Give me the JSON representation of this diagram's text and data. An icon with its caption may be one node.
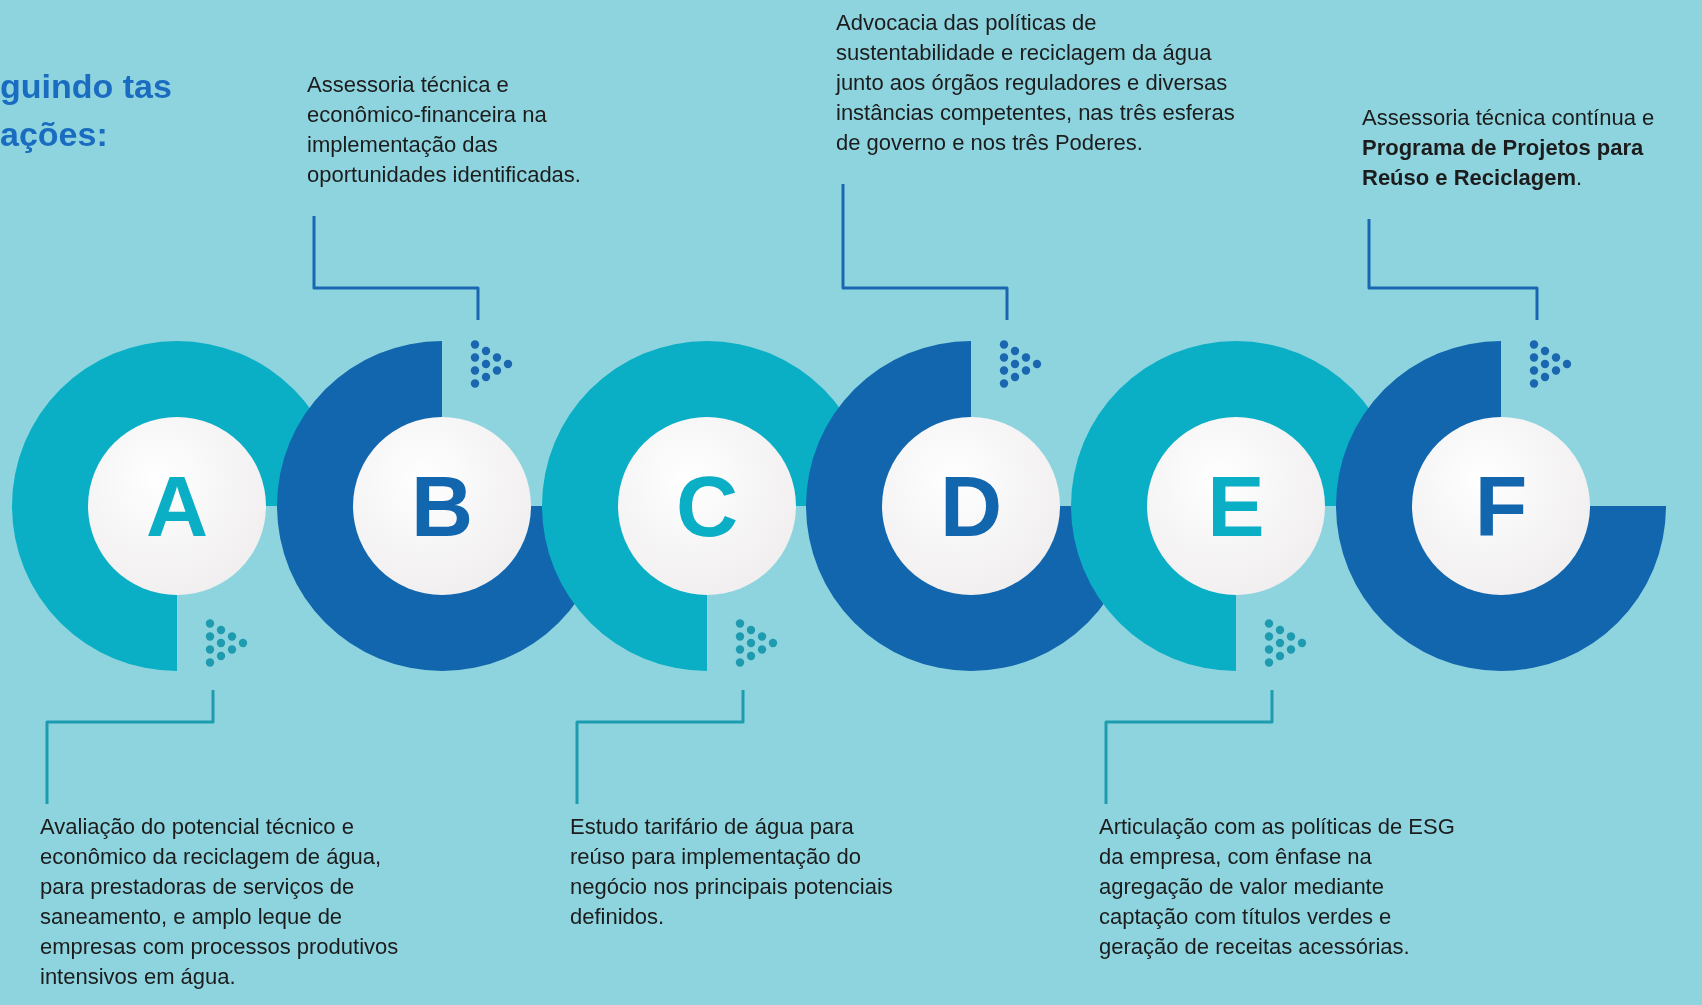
{
  "diagram": {
    "title": "guindo tas ações:",
    "nodes": [
      {
        "text": [
          "A"
        ]
      },
      {
        "text": [
          "B"
        ]
      },
      {
        "text": [
          "C"
        ]
      },
      {
        "text": [
          "D"
        ]
      },
      {
        "text": [
          "E"
        ]
      },
      {
        "text": [
          "F"
        ]
      },
      {
        "text": [
          "Avaliação do potencial técnico e econômico da reciclagem de água, para prestadoras de serviços de saneamento, e amplo leque de empresas com processos produtivos intensivos em água."
        ]
      },
      {
        "text": [
          "Assessoria técnica e econômico-financeira na implementação das oportunidades identificadas."
        ]
      },
      {
        "text": [
          "Estudo tarifário de água para reúso para implementação do negócio nos principais potenciais definidos."
        ]
      },
      {
        "text": [
          "Advocacia das políticas de sustentabilidade e reciclagem da água junto aos órgãos reguladores e diversas instâncias competentes, nas três esferas de governo e nos três Poderes."
        ]
      },
      {
        "text": [
          "Articulação com as políticas de ESG da empresa, com ênfase na agregação de valor mediante captação com títulos verdes e geração de receitas acessórias."
        ]
      },
      {
        "text": [
          "Assessoria técnica contínua e **Programa de Projetos para Reúso e Reciclagem**."
        ]
      }
    ],
    "edges": [
      {
        "from": 6,
        "to": 0,
        "arrow": "other",
        "color": "#1f9bb0"
      },
      {
        "from": 7,
        "to": 1,
        "arrow": "other",
        "color": "#1a66b0"
      },
      {
        "from": 8,
        "to": 2,
        "arrow": "other",
        "color": "#1f9bb0"
      },
      {
        "from": 9,
        "to": 3,
        "arrow": "other",
        "color": "#1a66b0"
      },
      {
        "from": 10,
        "to": 4,
        "arrow": "other",
        "color": "#1f9bb0"
      },
      {
        "from": 11,
        "to": 5,
        "arrow": "other",
        "color": "#1a66b0"
      }
    ]
  }
}
